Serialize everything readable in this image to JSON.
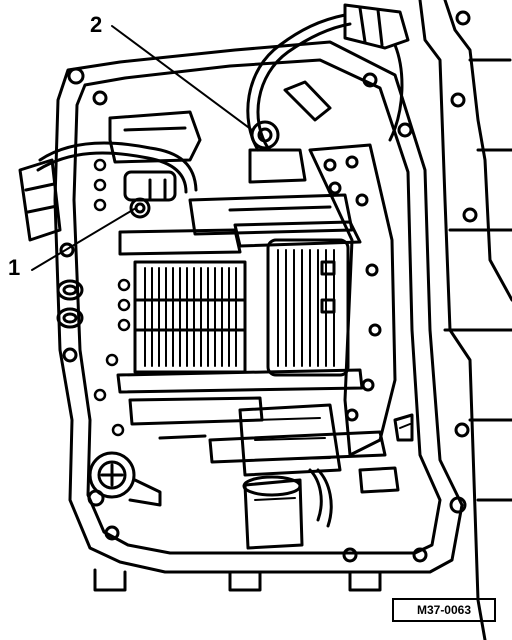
{
  "callouts": [
    {
      "id": "1",
      "label": "1"
    },
    {
      "id": "2",
      "label": "2"
    }
  ],
  "figure_code": "M37-0063",
  "colors": {
    "ink": "#000000",
    "paper": "#ffffff"
  }
}
